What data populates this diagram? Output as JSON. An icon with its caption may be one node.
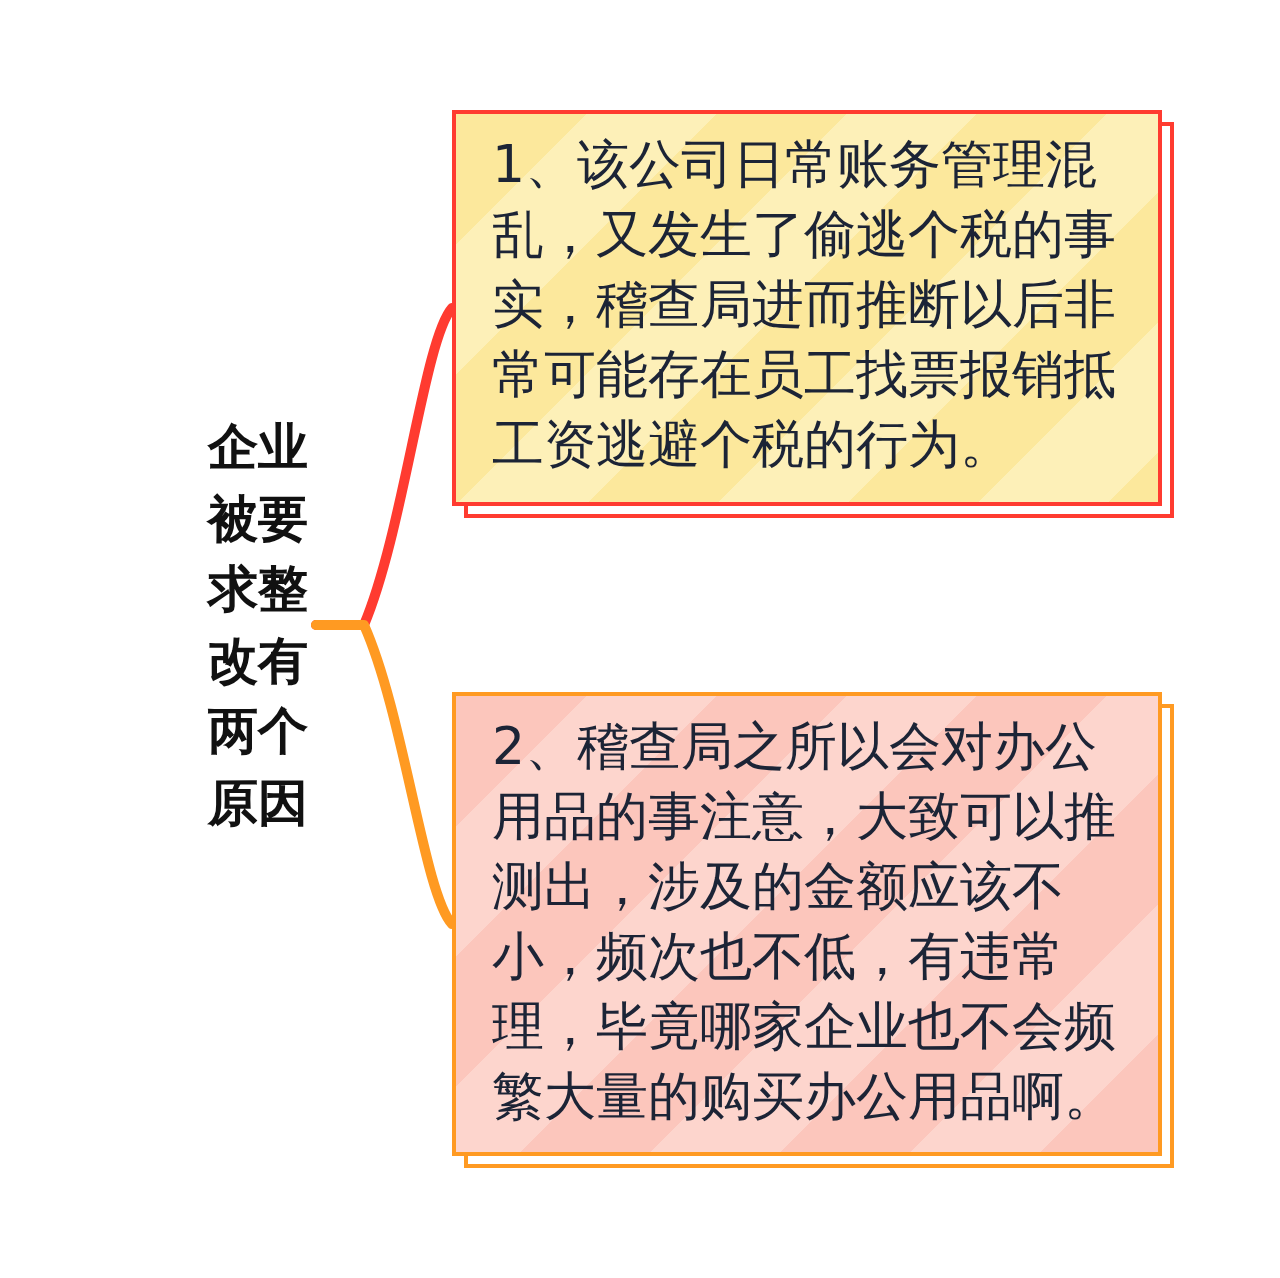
{
  "diagram": {
    "nodes": [
      {
        "text": [
          "企业被要求整改有两个原因"
        ]
      },
      {
        "text": [
          "1、该公司日常账务管理混乱，又发生了偷逃个税的事实，稽查局进而推断以后非常可能存在员工找票报销抵工资逃避个税的行为。"
        ]
      },
      {
        "text": [
          "2、稽查局之所以会对办公用品的事注意，大致可以推测出，涉及的金额应该不小，频次也不低，有违常理，毕竟哪家企业也不会频繁大量的购买办公用品啊。"
        ]
      }
    ],
    "edges": [
      {
        "from": 0,
        "to": 1,
        "arrow": "none",
        "color": "#ff3b30"
      },
      {
        "from": 0,
        "to": 2,
        "arrow": "none",
        "color": "#ff9a22"
      }
    ]
  }
}
